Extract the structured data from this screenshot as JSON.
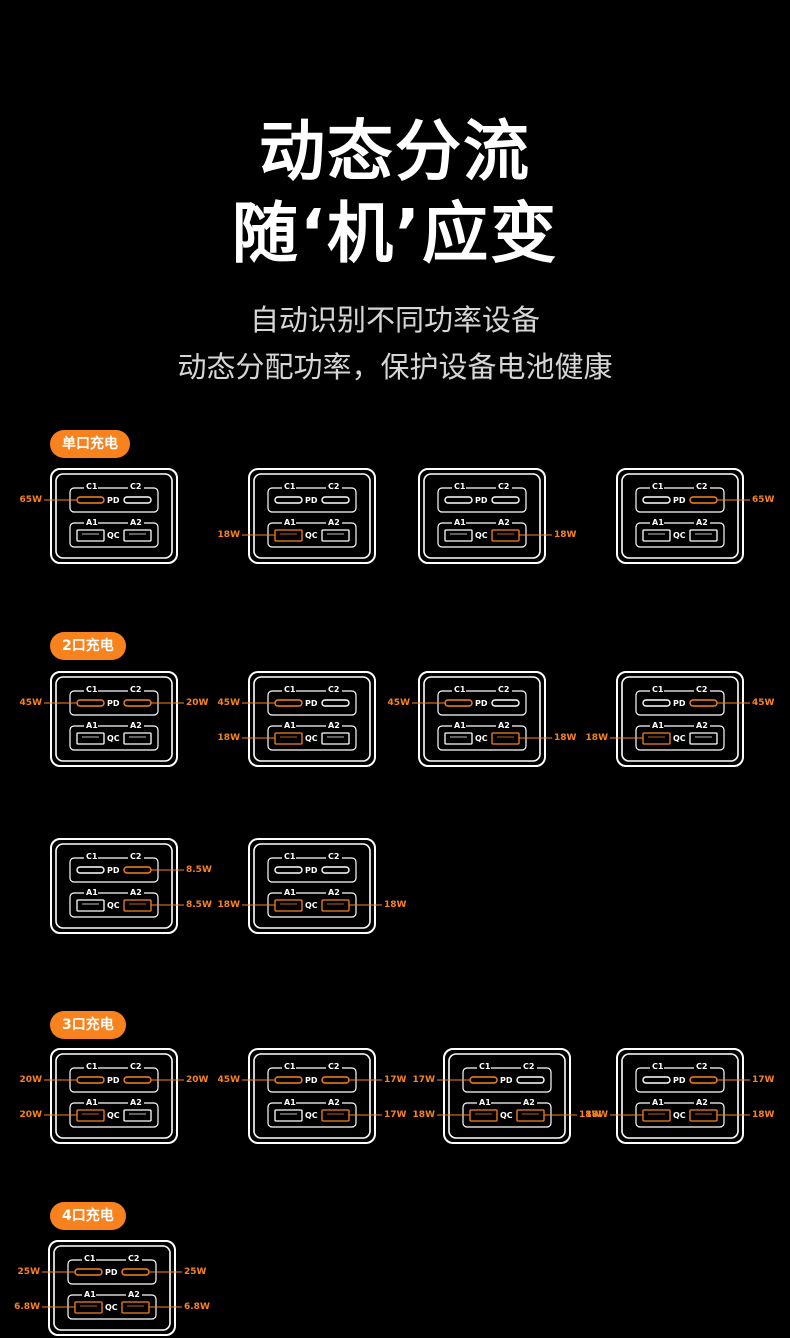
{
  "header": {
    "title_line1": "动态分流",
    "title_line2": "随‘机’应变",
    "sub_line1": "自动识别不同功率设备",
    "sub_line2": "动态分配功率，保护设备电池健康"
  },
  "colors": {
    "accent": "#f7821e",
    "outline": "#ffffff",
    "background": "#000000"
  },
  "port_labels": {
    "c1": "C1",
    "c2": "C2",
    "a1": "A1",
    "a2": "A2",
    "pd": "PD",
    "qc": "QC"
  },
  "sections": [
    {
      "label": "单口充电"
    },
    {
      "label": "2口充电"
    },
    {
      "label": "3口充电"
    },
    {
      "label": "4口充电"
    }
  ],
  "chargers": [
    {
      "active": {
        "c1": "65W"
      }
    },
    {
      "active": {
        "a1": "18W"
      }
    },
    {
      "active": {
        "a2": "18W"
      }
    },
    {
      "active": {
        "c2": "65W"
      }
    },
    {
      "active": {
        "c1": "45W",
        "c2": "20W"
      }
    },
    {
      "active": {
        "c1": "45W",
        "a1": "18W"
      }
    },
    {
      "active": {
        "c1": "45W",
        "a2": "18W"
      }
    },
    {
      "active": {
        "c2": "45W",
        "a1": "18W"
      }
    },
    {
      "active": {
        "c2": "8.5W",
        "a2": "8.5W"
      }
    },
    {
      "active": {
        "a1": "18W",
        "a2": "18W"
      }
    },
    {
      "active": {
        "c1": "20W",
        "c2": "20W",
        "a1": "20W"
      }
    },
    {
      "active": {
        "c1": "45W",
        "c2": "17W",
        "a2": "17W"
      }
    },
    {
      "active": {
        "c1": "17W",
        "a1": "18W",
        "a2": "18W"
      }
    },
    {
      "active": {
        "c2": "17W",
        "a1": "18W",
        "a2": "18W"
      }
    },
    {
      "active": {
        "c1": "25W",
        "c2": "25W",
        "a1": "6.8W",
        "a2": "6.8W"
      }
    }
  ]
}
